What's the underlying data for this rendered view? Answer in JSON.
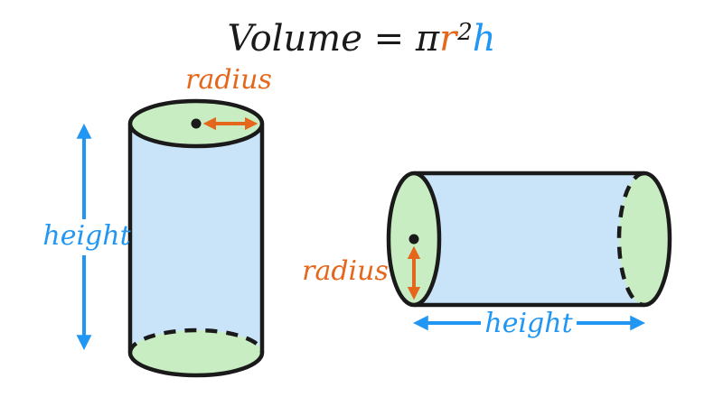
{
  "title": {
    "formula_prefix": "Volume = π",
    "formula_r": "r",
    "formula_exponent": "2",
    "formula_h": "h"
  },
  "labels": {
    "top_radius": "radius",
    "left_height": "height",
    "right_radius": "radius",
    "bottom_height": "height"
  },
  "colors": {
    "orange": "#E5671B",
    "blue": "#2196F3",
    "green-fill": "#C9EDC3",
    "blue-fill": "#C9E4F8",
    "ink": "#1A1A1A",
    "background": "#FFFFFF"
  }
}
